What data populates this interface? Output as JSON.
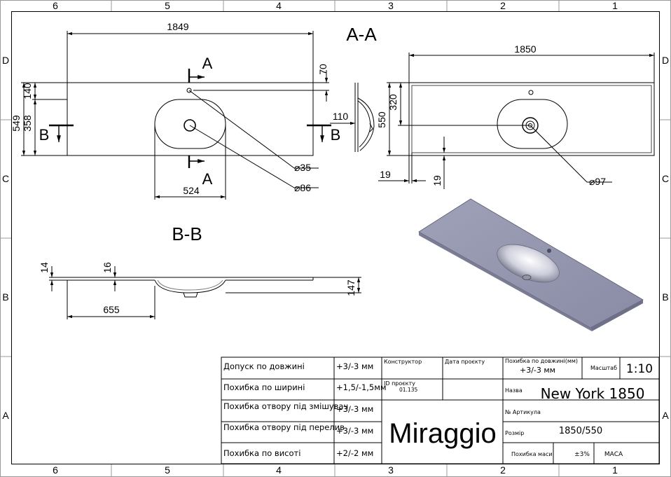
{
  "frame": {
    "columns_top": [
      "6",
      "5",
      "4",
      "3",
      "2",
      "1"
    ],
    "columns_bottom": [
      "6",
      "5",
      "4",
      "3",
      "2",
      "1"
    ],
    "rows_left": [
      "D",
      "C",
      "B",
      "A"
    ],
    "rows_right": [
      "D",
      "C",
      "B",
      "A"
    ]
  },
  "section_labels": {
    "aa": "A-A",
    "bb": "B-B"
  },
  "top_view": {
    "len": "1849",
    "d70": "70",
    "d140": "140",
    "d549": "549",
    "d358": "358",
    "d524": "524",
    "hole_small": "⌀35",
    "hole_big": "⌀86",
    "cut_a_top": "A",
    "cut_a_bottom": "A",
    "cut_b_left": "B",
    "cut_b_right": "B"
  },
  "section_view": {
    "d110": "110"
  },
  "right_view": {
    "len": "1850",
    "d320": "320",
    "d550": "550",
    "d19a": "19",
    "d19b": "19",
    "drain": "⌀97"
  },
  "bb_view": {
    "d14": "14",
    "d16": "16",
    "d147": "147",
    "d655": "655"
  },
  "title_block": {
    "tolerances": [
      {
        "label": "Допуск по довжині",
        "value": "+3/-3 мм"
      },
      {
        "label": "Похибка по ширині",
        "value": "+1,5/-1,5мм"
      },
      {
        "label": "Похибка отвору під змішувач",
        "value": "+3/-3 мм"
      },
      {
        "label": "Похибка отвору під перелив",
        "value": "+3/-3 мм"
      },
      {
        "label": "Похибка по висоті",
        "value": "+2/-2 мм"
      }
    ],
    "designer_label": "Конструктор",
    "date_label": "Дата проєкту",
    "project_id_label": "ID проєкту",
    "project_id_value": "01.135",
    "brand": "Miraggio",
    "length_tol_label": "Похибка по довжині(мм)",
    "length_tol_value": "+3/-3 мм",
    "scale_label": "Масштаб",
    "scale_value": "1:10",
    "name_label": "Назва",
    "name_value": "New York 1850",
    "article_label": "№ Артикула",
    "size_label": "Розмір",
    "size_value": "1850/550",
    "mass_tol_label": "Похибка маси",
    "mass_tol_value": "±3%",
    "mass_label": "МАСА"
  }
}
